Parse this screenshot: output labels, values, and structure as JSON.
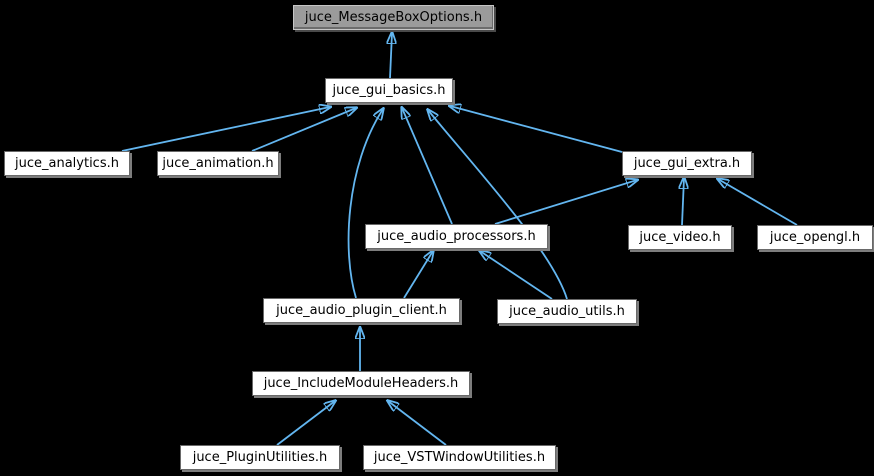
{
  "diagram": {
    "type": "include-dependency-graph",
    "colors": {
      "background": "#000000",
      "arrow": "#63b6f0",
      "main_node_fill": "#9b9b9b",
      "node_fill": "#ffffff",
      "node_border": "#696969",
      "text": "#000000"
    },
    "nodes": [
      {
        "id": "juce_MessageBoxOptions",
        "label": "juce_MessageBoxOptions.h",
        "type": "main"
      },
      {
        "id": "juce_gui_basics",
        "label": "juce_gui_basics.h",
        "type": "normal"
      },
      {
        "id": "juce_analytics",
        "label": "juce_analytics.h",
        "type": "normal"
      },
      {
        "id": "juce_animation",
        "label": "juce_animation.h",
        "type": "normal"
      },
      {
        "id": "juce_gui_extra",
        "label": "juce_gui_extra.h",
        "type": "normal"
      },
      {
        "id": "juce_audio_processors",
        "label": "juce_audio_processors.h",
        "type": "normal"
      },
      {
        "id": "juce_video",
        "label": "juce_video.h",
        "type": "normal"
      },
      {
        "id": "juce_opengl",
        "label": "juce_opengl.h",
        "type": "normal"
      },
      {
        "id": "juce_audio_plugin_client",
        "label": "juce_audio_plugin_client.h",
        "type": "normal"
      },
      {
        "id": "juce_audio_utils",
        "label": "juce_audio_utils.h",
        "type": "normal"
      },
      {
        "id": "juce_IncludeModuleHeaders",
        "label": "juce_IncludeModuleHeaders.h",
        "type": "normal"
      },
      {
        "id": "juce_PluginUtilities",
        "label": "juce_PluginUtilities.h",
        "type": "normal"
      },
      {
        "id": "juce_VSTWindowUtilities",
        "label": "juce_VSTWindowUtilities.h",
        "type": "normal"
      }
    ],
    "edges": [
      {
        "from": "juce_gui_basics",
        "to": "juce_MessageBoxOptions"
      },
      {
        "from": "juce_analytics",
        "to": "juce_gui_basics"
      },
      {
        "from": "juce_animation",
        "to": "juce_gui_basics"
      },
      {
        "from": "juce_audio_plugin_client",
        "to": "juce_gui_basics"
      },
      {
        "from": "juce_audio_processors",
        "to": "juce_gui_basics"
      },
      {
        "from": "juce_audio_utils",
        "to": "juce_gui_basics"
      },
      {
        "from": "juce_gui_extra",
        "to": "juce_gui_basics"
      },
      {
        "from": "juce_audio_processors",
        "to": "juce_gui_extra"
      },
      {
        "from": "juce_video",
        "to": "juce_gui_extra"
      },
      {
        "from": "juce_opengl",
        "to": "juce_gui_extra"
      },
      {
        "from": "juce_audio_plugin_client",
        "to": "juce_audio_processors"
      },
      {
        "from": "juce_audio_utils",
        "to": "juce_audio_processors"
      },
      {
        "from": "juce_IncludeModuleHeaders",
        "to": "juce_audio_plugin_client"
      },
      {
        "from": "juce_PluginUtilities",
        "to": "juce_IncludeModuleHeaders"
      },
      {
        "from": "juce_VSTWindowUtilities",
        "to": "juce_IncludeModuleHeaders"
      }
    ]
  }
}
